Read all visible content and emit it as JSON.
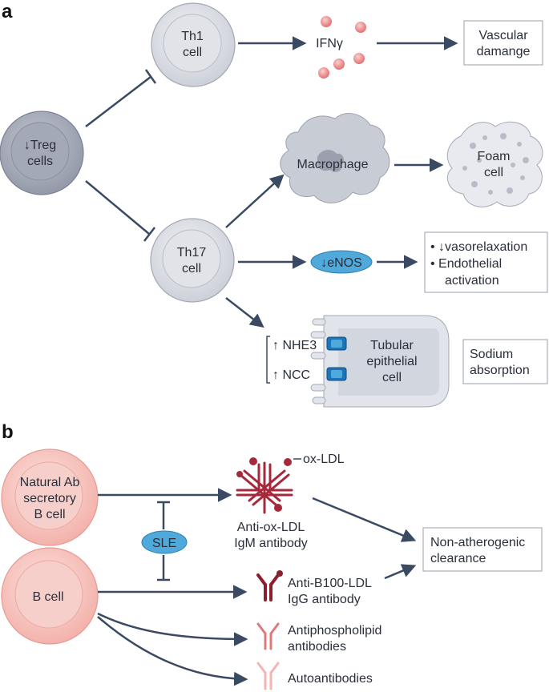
{
  "panel_a": {
    "label": "a",
    "treg": [
      "↓Treg",
      "cells"
    ],
    "th1": [
      "Th1",
      "cell"
    ],
    "th17": [
      "Th17",
      "cell"
    ],
    "ifn": "IFNγ",
    "vascular": [
      "Vascular",
      "damange"
    ],
    "macrophage": "Macrophage",
    "foam": [
      "Foam",
      "cell"
    ],
    "enos": "↓eNOS",
    "effects": [
      "•  ↓vasorelaxation",
      "•  Endothelial",
      "activation"
    ],
    "nhe3": "↑ NHE3",
    "ncc": "↑ NCC",
    "tubular": [
      "Tubular",
      "epithelial",
      "cell"
    ],
    "sodium": [
      "Sodium",
      "absorption"
    ],
    "colors": {
      "cell_grey": "#d9dce3",
      "eNOS_blue": "#4fa9db",
      "ifn_pink": "#f28e8e",
      "arrow": "#3b4a63"
    }
  },
  "panel_b": {
    "label": "b",
    "natural": [
      "Natural Ab",
      "secretory",
      "B cell"
    ],
    "bcell": "B cell",
    "sle": "SLE",
    "oxldl": "ox-LDL",
    "igm": [
      "Anti-ox-LDL",
      "IgM antibody"
    ],
    "nonath": [
      "Non-atherogenic",
      "clearance"
    ],
    "igg": [
      "Anti-B100-LDL",
      "IgG antibody"
    ],
    "apl": [
      "Antiphospholipid",
      "antibodies"
    ],
    "auto": "Autoantibodies",
    "colors": {
      "bcell_pink": "#f6c2bd",
      "igm_red": "#a6283b",
      "sle_blue": "#4fa9db"
    }
  }
}
